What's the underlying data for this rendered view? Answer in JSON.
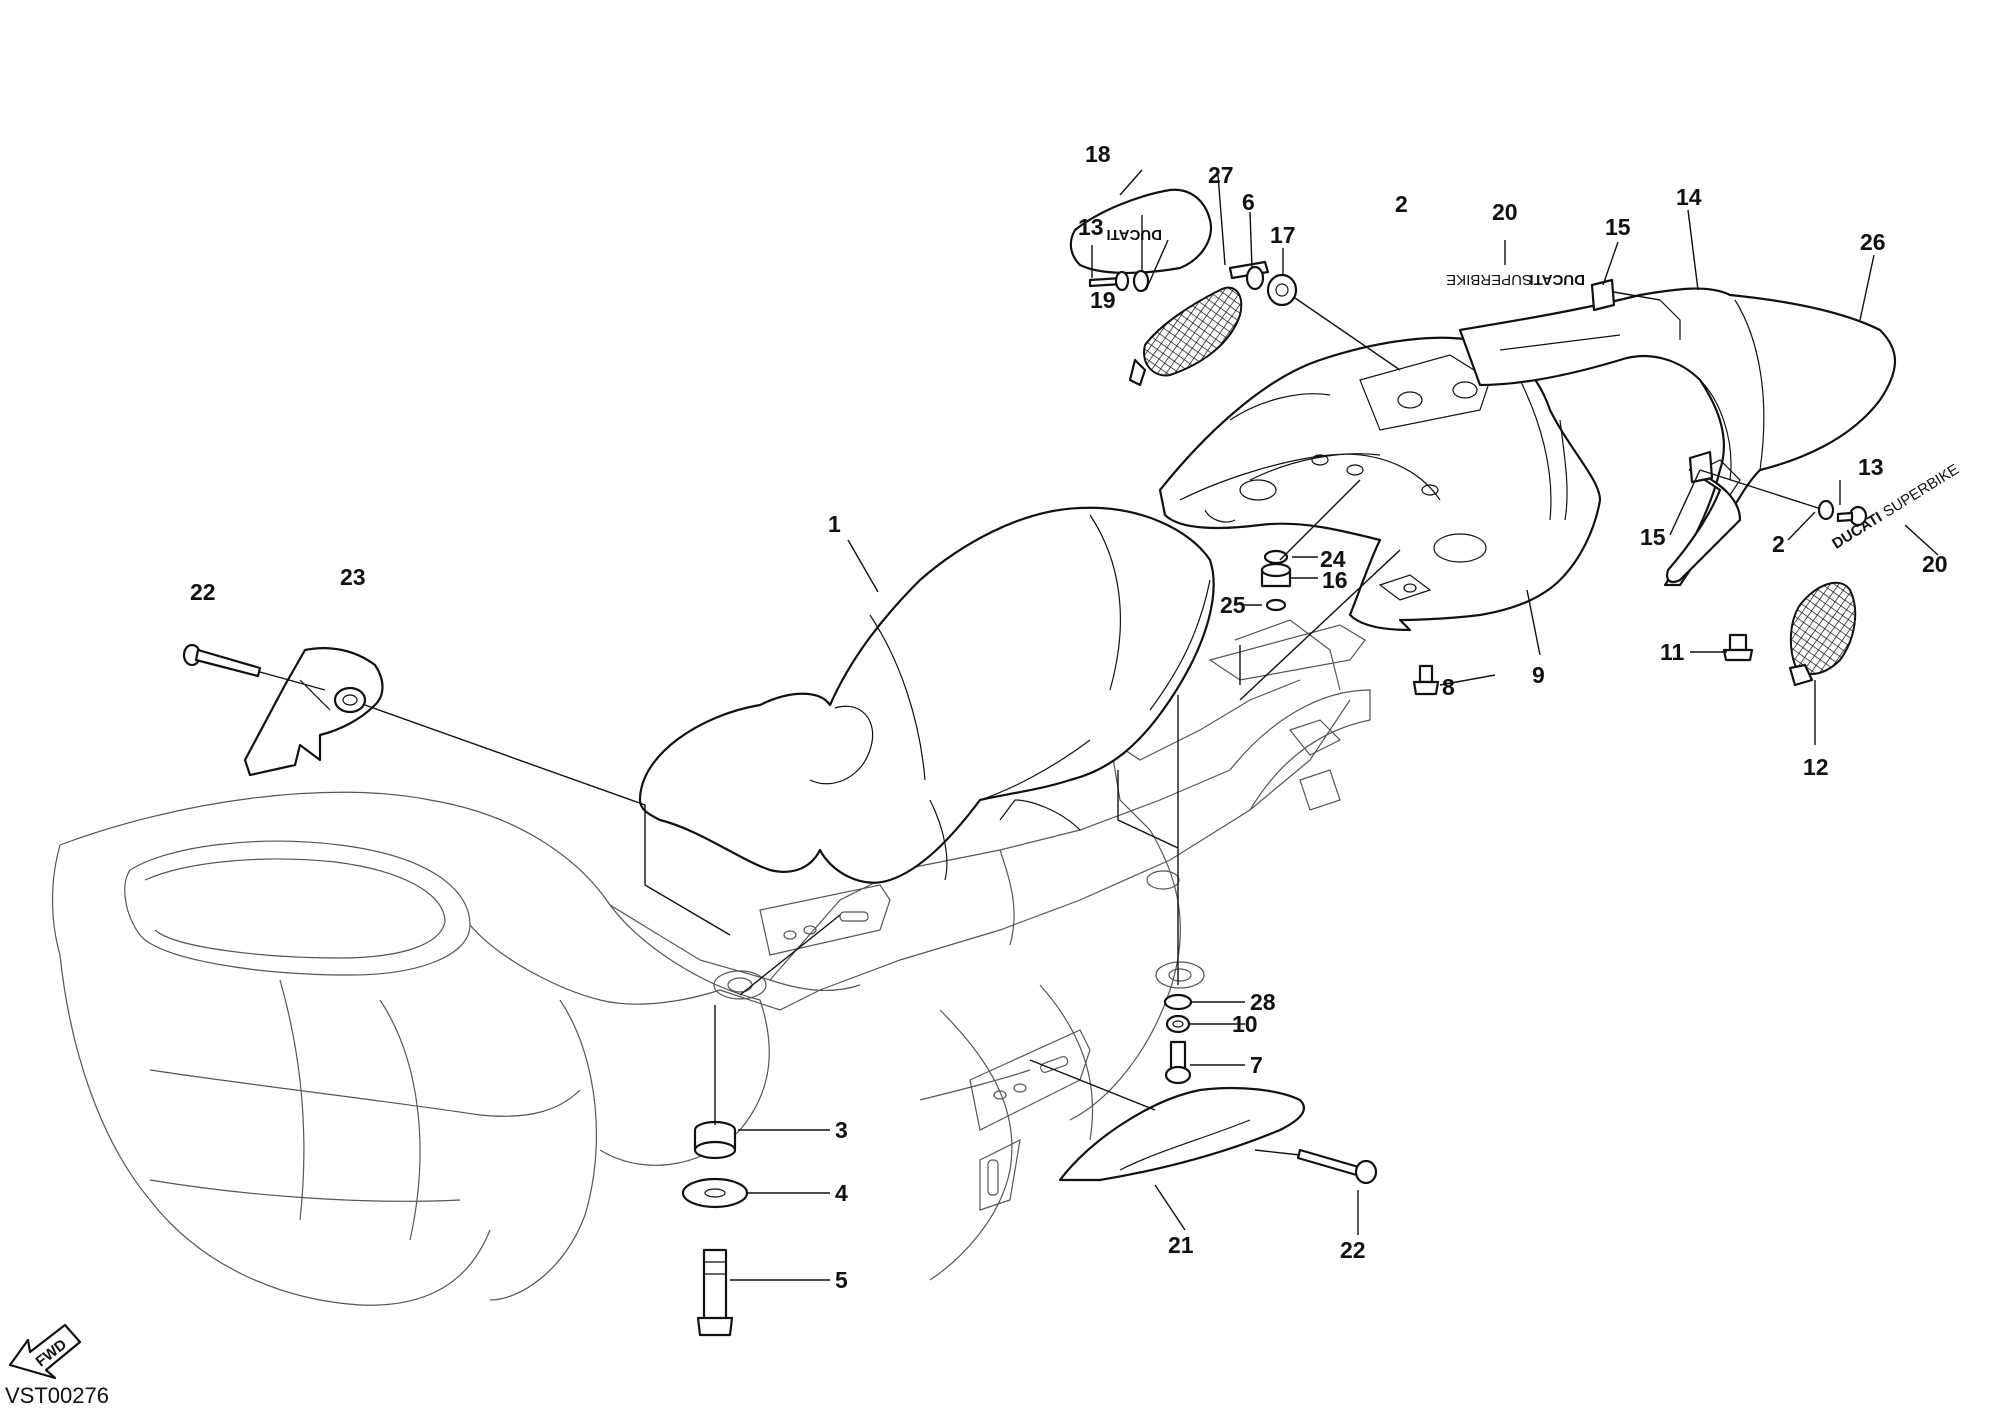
{
  "diagram": {
    "code": "VST00276",
    "fwd_label": "FWD",
    "decals": {
      "brand": "DUCATI",
      "model": "SUPERBIKE",
      "pad_logo": "DUCATI"
    },
    "callouts": [
      "1",
      "2",
      "2",
      "3",
      "4",
      "5",
      "6",
      "7",
      "8",
      "9",
      "10",
      "11",
      "12",
      "13",
      "13",
      "14",
      "15",
      "15",
      "16",
      "17",
      "18",
      "19",
      "20",
      "20",
      "21",
      "22",
      "22",
      "23",
      "24",
      "25",
      "26",
      "27",
      "28"
    ]
  }
}
